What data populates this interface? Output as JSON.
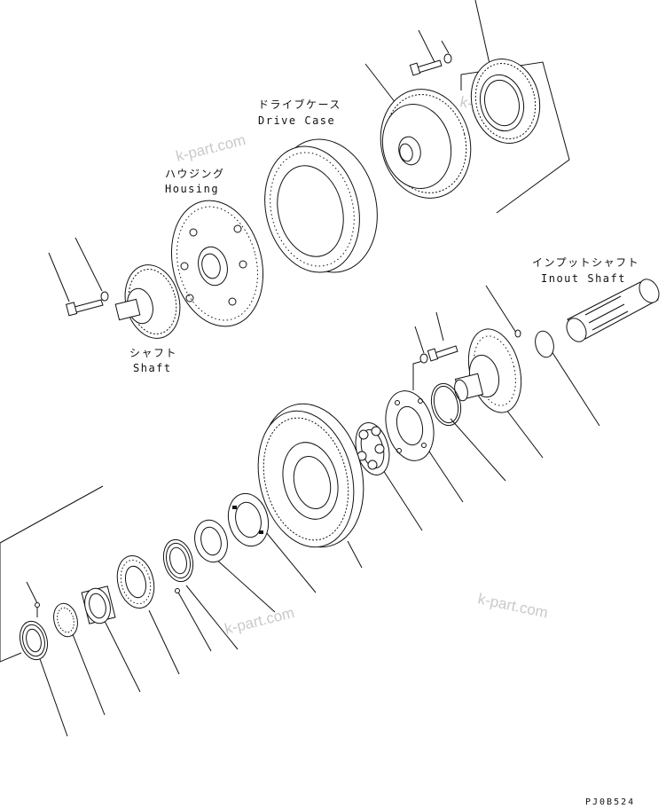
{
  "labels": {
    "drive_case_jp": "ドライブケース",
    "drive_case_en": "Drive Case",
    "housing_jp": "ハウジング",
    "housing_en": "Housing",
    "shaft_jp": "シャフト",
    "shaft_en": "Shaft",
    "input_shaft_jp": "インプットシャフト",
    "input_shaft_en": "Inout Shaft"
  },
  "watermarks": [
    "k-part.com",
    "k-part.com",
    "k-part.com",
    "k-part.com"
  ],
  "drawing_code": "PJ0B524"
}
